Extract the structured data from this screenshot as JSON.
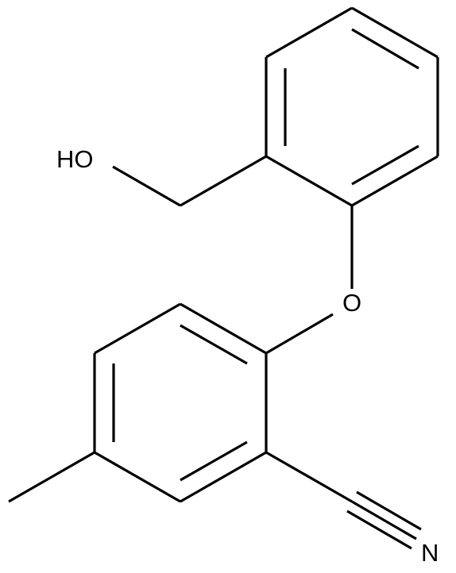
{
  "structure": {
    "atoms": {
      "hydroxyl": "HO",
      "ether_oxygen": "O",
      "nitrile_nitrogen": "N"
    },
    "colors": {
      "bond": "#000000",
      "label": "#000000",
      "background": "#ffffff"
    }
  }
}
